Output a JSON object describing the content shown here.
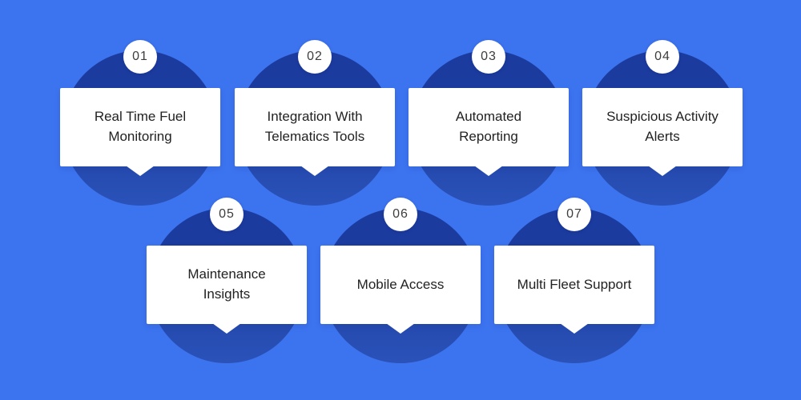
{
  "infographic": {
    "background_color": "#3C73EF",
    "circle_color_top": "#1C3B9F",
    "circle_color_bottom": "#2A52B8",
    "card_color": "#FFFFFF",
    "label_color": "#222222",
    "number_color": "#3D3D3D"
  },
  "items": [
    {
      "number": "01",
      "label": "Real Time Fuel Monitoring"
    },
    {
      "number": "02",
      "label": "Integration With Telematics Tools"
    },
    {
      "number": "03",
      "label": "Automated Reporting"
    },
    {
      "number": "04",
      "label": "Suspicious Activity Alerts"
    },
    {
      "number": "05",
      "label": "Maintenance Insights"
    },
    {
      "number": "06",
      "label": "Mobile Access"
    },
    {
      "number": "07",
      "label": "Multi Fleet Support"
    }
  ]
}
